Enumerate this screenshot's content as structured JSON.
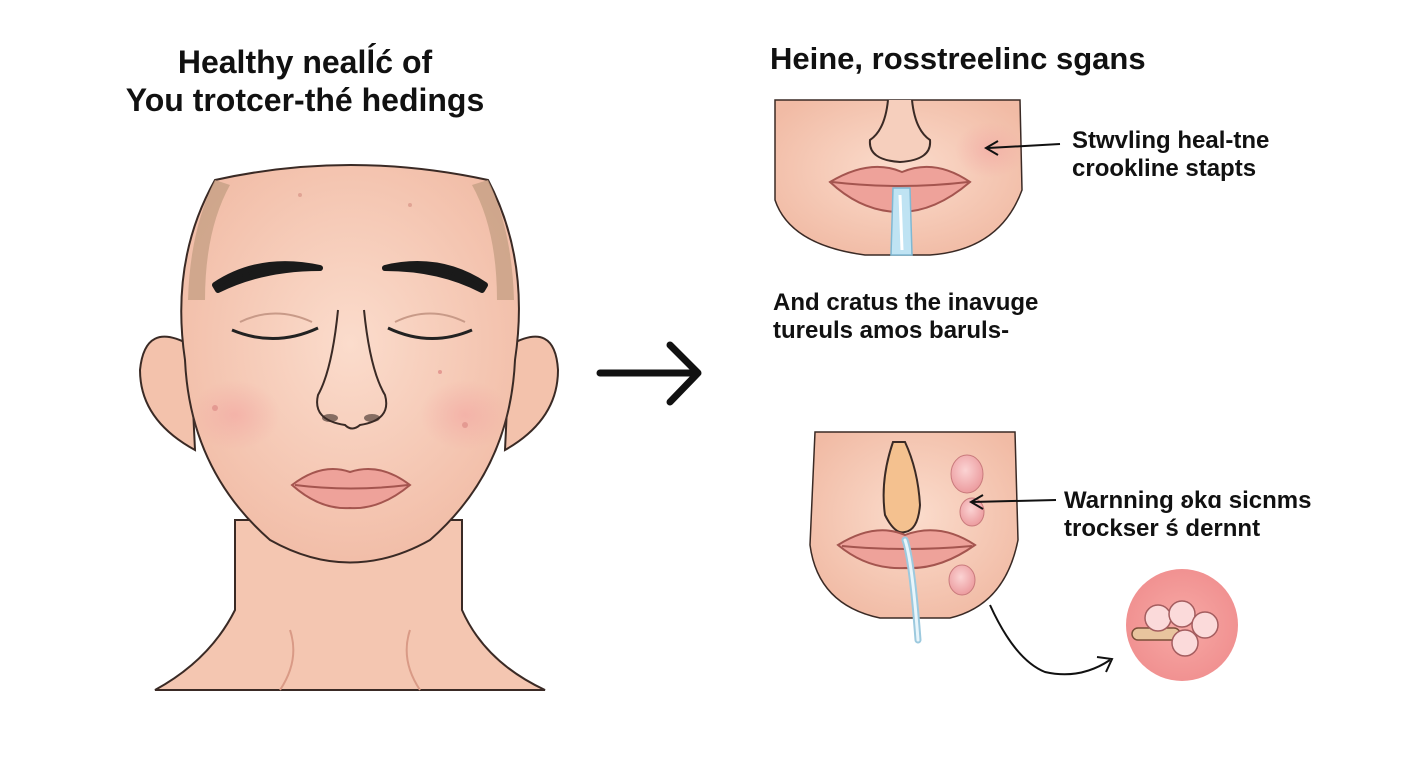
{
  "left_title": [
    "Healthy nealĺć of",
    "You trotcer-thé hedings"
  ],
  "right_title": "Heine, rosstreelinc sgans",
  "callout_1": [
    "Stwvling heal-tne",
    "crookline stapts"
  ],
  "callout_2": [
    "And cratus the inavuge",
    "tureuls amos baruls-"
  ],
  "callout_3": [
    "Warnning ʚkɑ sicnms",
    "trockser ś dernnt"
  ],
  "colors": {
    "skin": "#f6cdb8",
    "skin_shadow": "#e9a894",
    "lips": "#e99a93",
    "hair": "#c99f82",
    "water": "#bfe3f3",
    "lesion": "#f4b9b9",
    "ink": "#111111"
  }
}
